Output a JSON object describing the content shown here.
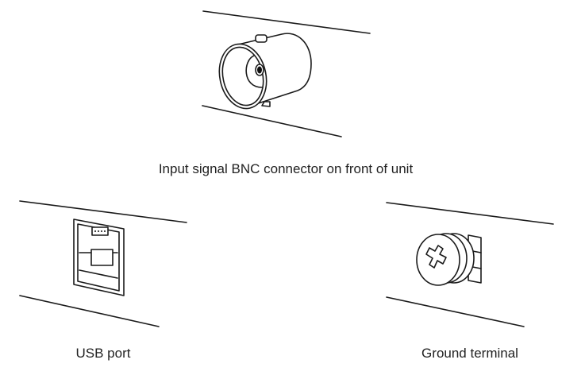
{
  "captions": {
    "bnc": "Input signal BNC connector on front of unit",
    "usb": "USB port",
    "ground": "Ground terminal"
  }
}
